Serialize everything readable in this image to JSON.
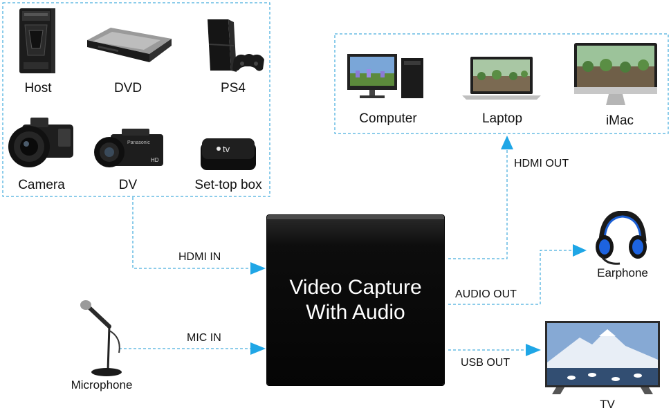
{
  "sources": {
    "host": "Host",
    "dvd": "DVD",
    "ps4": "PS4",
    "camera": "Camera",
    "dv": "DV",
    "settop": "Set-top box"
  },
  "outputs": {
    "computer": "Computer",
    "laptop": "Laptop",
    "imac": "iMac"
  },
  "capture": {
    "line1": "Video Capture",
    "line2": "With Audio"
  },
  "connections": {
    "hdmi_in": "HDMI IN",
    "mic_in": "MIC IN",
    "hdmi_out": "HDMI OUT",
    "audio_out": "AUDIO OUT",
    "usb_out": "USB OUT"
  },
  "peripherals": {
    "microphone": "Microphone",
    "earphone": "Earphone",
    "tv": "TV"
  },
  "colors": {
    "line": "#1a9ad6",
    "arrow": "#1fa6e6"
  },
  "icons": {
    "settop_logo": "tv",
    "dv_brand": "Panasonic",
    "dv_badge": "HD"
  }
}
